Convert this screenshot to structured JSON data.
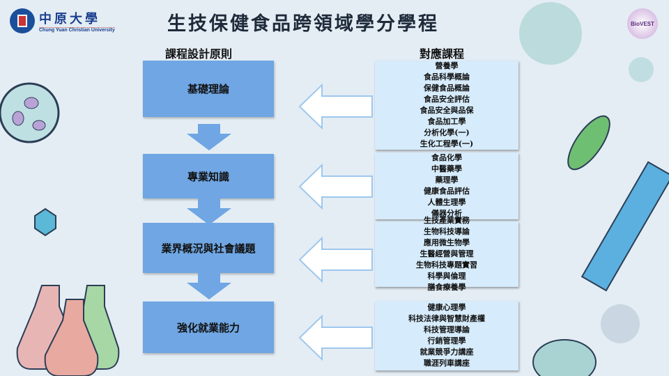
{
  "header": {
    "title": "生技保健食品跨領域學分學程",
    "logo_name": "中原大學",
    "logo_subtitle": "Chung Yuan Christian University",
    "partner_logo": "BioVEST"
  },
  "columns": {
    "left": "課程設計原則",
    "right": "對應課程"
  },
  "stages": [
    {
      "label": "基礎理論",
      "courses": [
        "營養學",
        "食品科學概論",
        "保健食品概論",
        "食品安全評估",
        "食品安全與品保",
        "食品加工學",
        "分析化學(一)",
        "生化工程學(一)"
      ]
    },
    {
      "label": "專業知識",
      "courses": [
        "食品化學",
        "中醫藥學",
        "藥理學",
        "健康食品評估",
        "人體生理學",
        "儀器分析"
      ]
    },
    {
      "label": "業界概況與社會議題",
      "courses": [
        "生技產業實務",
        "生物科技導論",
        "應用微生物學",
        "生醫經營與管理",
        "生物科技專題實習",
        "科學與倫理",
        "膳食療養學"
      ]
    },
    {
      "label": "強化就業能力",
      "courses": [
        "健康心理學",
        "科技法律與智慧財產權",
        "科技管理導論",
        "行銷管理學",
        "就業競爭力講座",
        "職涯列車講座"
      ]
    }
  ],
  "colors": {
    "box": "#6fa6e3",
    "list": "#d6ebfb",
    "bg": "#e4edf4"
  }
}
